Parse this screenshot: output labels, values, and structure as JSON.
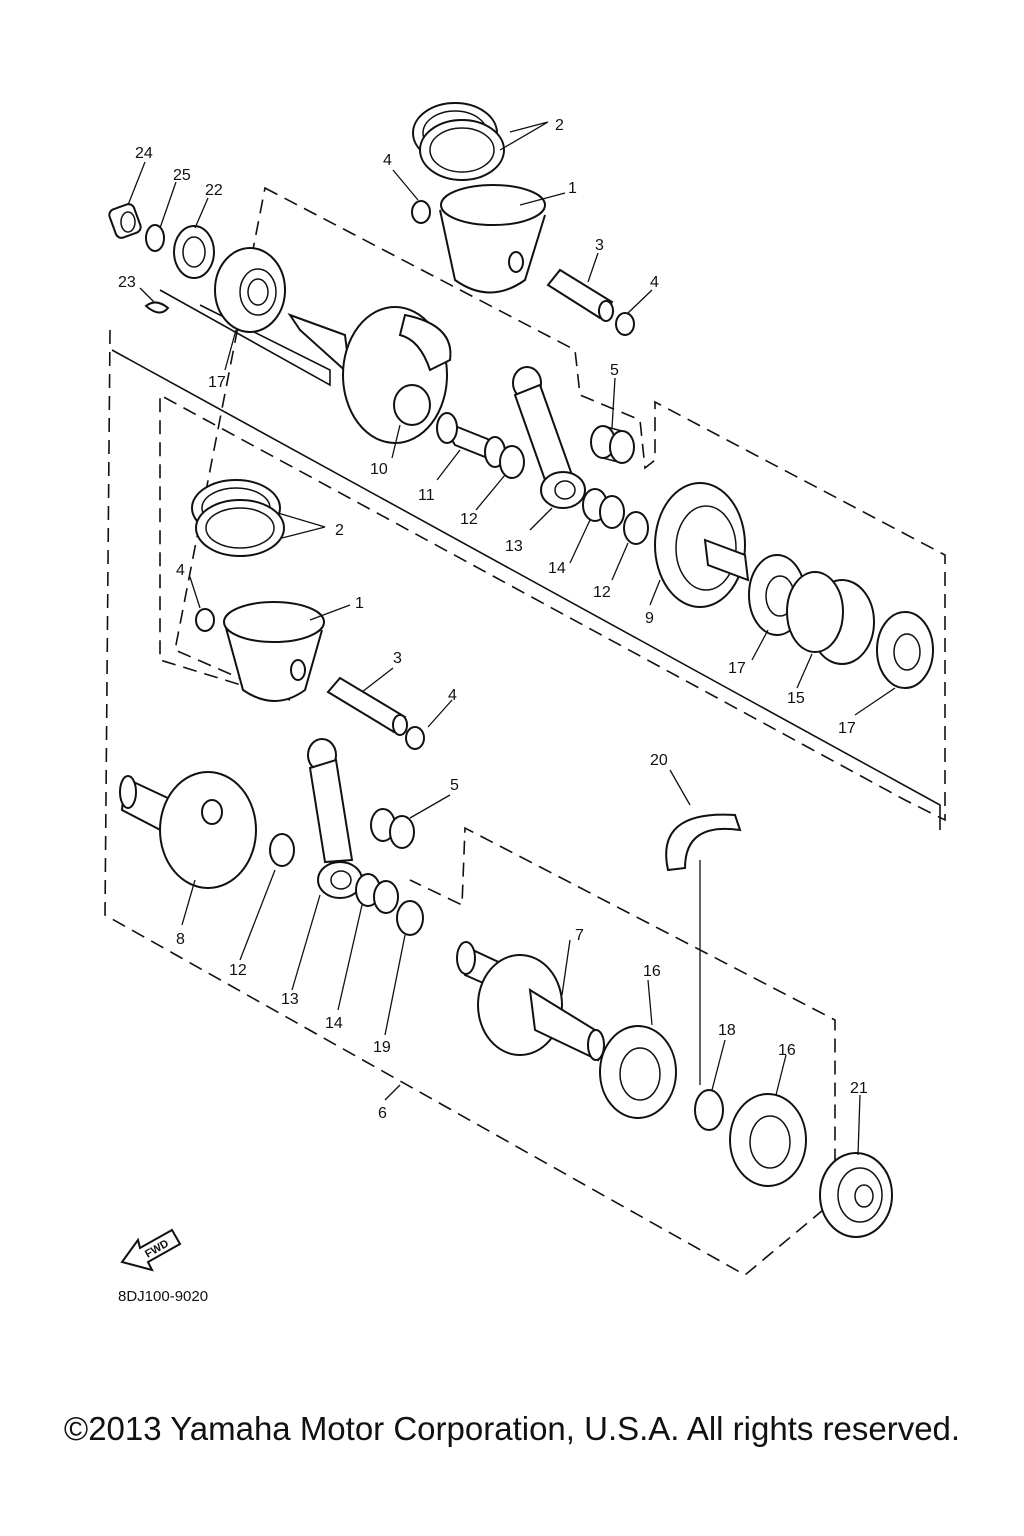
{
  "diagram": {
    "code": "8DJ100-9020",
    "direction_label": "FWD",
    "callouts": [
      {
        "id": "c2a",
        "label": "2"
      },
      {
        "id": "c24",
        "label": "24"
      },
      {
        "id": "c4a",
        "label": "4"
      },
      {
        "id": "c25",
        "label": "25"
      },
      {
        "id": "c22",
        "label": "22"
      },
      {
        "id": "c1a",
        "label": "1"
      },
      {
        "id": "c3a",
        "label": "3"
      },
      {
        "id": "c23",
        "label": "23"
      },
      {
        "id": "c4b",
        "label": "4"
      },
      {
        "id": "c17a",
        "label": "17"
      },
      {
        "id": "c5a",
        "label": "5"
      },
      {
        "id": "c10",
        "label": "10"
      },
      {
        "id": "c11",
        "label": "11"
      },
      {
        "id": "c12a",
        "label": "12"
      },
      {
        "id": "c2b",
        "label": "2"
      },
      {
        "id": "c13a",
        "label": "13"
      },
      {
        "id": "c14a",
        "label": "14"
      },
      {
        "id": "c4c",
        "label": "4"
      },
      {
        "id": "c12b",
        "label": "12"
      },
      {
        "id": "c9",
        "label": "9"
      },
      {
        "id": "c1b",
        "label": "1"
      },
      {
        "id": "c3b",
        "label": "3"
      },
      {
        "id": "c17b",
        "label": "17"
      },
      {
        "id": "c15",
        "label": "15"
      },
      {
        "id": "c4d",
        "label": "4"
      },
      {
        "id": "c17c",
        "label": "17"
      },
      {
        "id": "c20",
        "label": "20"
      },
      {
        "id": "c5b",
        "label": "5"
      },
      {
        "id": "c7",
        "label": "7"
      },
      {
        "id": "c8",
        "label": "8"
      },
      {
        "id": "c12c",
        "label": "12"
      },
      {
        "id": "c16a",
        "label": "16"
      },
      {
        "id": "c13b",
        "label": "13"
      },
      {
        "id": "c18",
        "label": "18"
      },
      {
        "id": "c14b",
        "label": "14"
      },
      {
        "id": "c19",
        "label": "19"
      },
      {
        "id": "c16b",
        "label": "16"
      },
      {
        "id": "c21",
        "label": "21"
      },
      {
        "id": "c6",
        "label": "6"
      }
    ]
  },
  "footer": {
    "copyright": "©2013 Yamaha Motor Corporation, U.S.A. All rights reserved."
  }
}
